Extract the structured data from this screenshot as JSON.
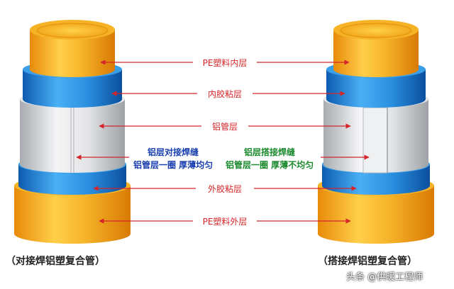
{
  "labels": {
    "pe_inner": "PE塑料内层",
    "inner_adhesive": "内胶粘层",
    "aluminum": "铝管层",
    "pe_outer": "PE塑料外层",
    "outer_adhesive": "外胶粘层"
  },
  "butt_weld": {
    "line1": "铝层对接焊缝",
    "line2": "铝管层一圈  厚薄均匀",
    "caption": "（对接焊铝塑复合管）"
  },
  "lap_weld": {
    "line1": "铝层搭接焊缝",
    "line2": "铝管层一圈  厚薄不均匀",
    "caption": "（搭接焊铝塑复合管）"
  },
  "watermark": "头条 @供暖工程师",
  "colors": {
    "pe_orange": "#f3a51c",
    "adhesive_blue": "#1f7fd6",
    "aluminum_gray": "#d9dadc",
    "arrow_red": "#d4262a",
    "blue_text": "#1a3fb0",
    "green_text": "#1b8a2e"
  }
}
